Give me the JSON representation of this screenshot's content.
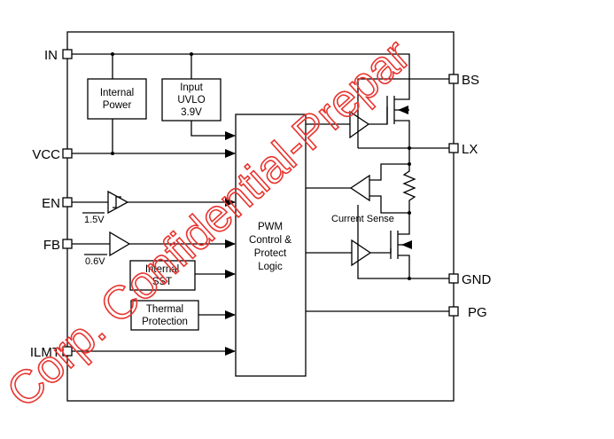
{
  "pins": {
    "in": "IN",
    "vcc": "VCC",
    "en": "EN",
    "fb": "FB",
    "ilmt": "ILMT",
    "bs": "BS",
    "lx": "LX",
    "gnd": "GND",
    "pg": "PG"
  },
  "blocks": {
    "internal_power": [
      "Internal",
      "Power"
    ],
    "input_uvlo": [
      "Input",
      "UVLO",
      "3.9V"
    ],
    "pwm_logic": [
      "PWM",
      "Control &",
      "Protect",
      "Logic"
    ],
    "internal_sst": [
      "Internal",
      "SST"
    ],
    "thermal_protection": [
      "Thermal",
      "Protection"
    ]
  },
  "labels": {
    "en_threshold": "1.5V",
    "fb_reference": "0.6V",
    "current_sense": "Current Sense"
  },
  "watermark": "Corp. Confidential-Prepar",
  "colors": {
    "line": "#000000",
    "watermark": "#e8342f"
  }
}
